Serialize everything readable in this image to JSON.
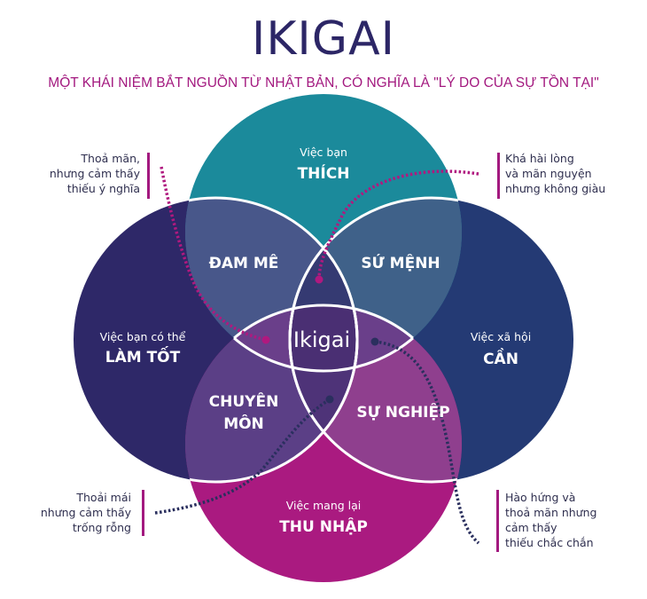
{
  "header": {
    "title": "IKIGAI",
    "subtitle": "MỘT KHÁI NIỆM BẮT NGUỒN TỪ NHẬT BẢN, CÓ NGHĨA LÀ \"LÝ DO CỦA SỰ TỒN TẠI\""
  },
  "circles": {
    "love": {
      "caption": "Việc bạn",
      "keyword": "THÍCH",
      "color": "#1b8a9b"
    },
    "good_at": {
      "caption": "Việc bạn có thể",
      "keyword": "LÀM TỐT",
      "color": "#2e2868"
    },
    "world_needs": {
      "caption": "Việc xã hội",
      "keyword": "CẦN",
      "color": "#243a74"
    },
    "paid_for": {
      "caption": "Việc mang lại",
      "keyword": "THU NHẬP",
      "color": "#aa1a80"
    }
  },
  "intersections": {
    "passion": "ĐAM MÊ",
    "mission": "SỨ MỆNH",
    "profession_line1": "CHUYÊN",
    "profession_line2": "MÔN",
    "vocation": "SỰ NGHIỆP",
    "center": "Ikigai"
  },
  "notes": {
    "top_left": [
      "Thoả mãn,",
      "nhưng cảm thấy",
      "thiếu ý nghĩa"
    ],
    "top_right": [
      "Khá hài lòng",
      "và mãn nguyện",
      "nhưng không giàu"
    ],
    "bottom_left": [
      "Thoải mái",
      "nhưng cảm thấy",
      "trống rỗng"
    ],
    "bottom_right": [
      "Hào hứng và",
      "thoả mãn nhưng",
      "cảm thấy",
      "thiếu chắc chắn"
    ]
  },
  "colors": {
    "title": "#2c2666",
    "accent": "#a3197f",
    "passion_fill": "#48578a",
    "mission_fill": "#3f6189",
    "profession_fill": "#5b3f86",
    "vocation_fill": "#8f3f8e",
    "center_fill": "#4a2f73",
    "dotted_magenta": "#b0197f",
    "dotted_navy": "#2a2f5e"
  }
}
